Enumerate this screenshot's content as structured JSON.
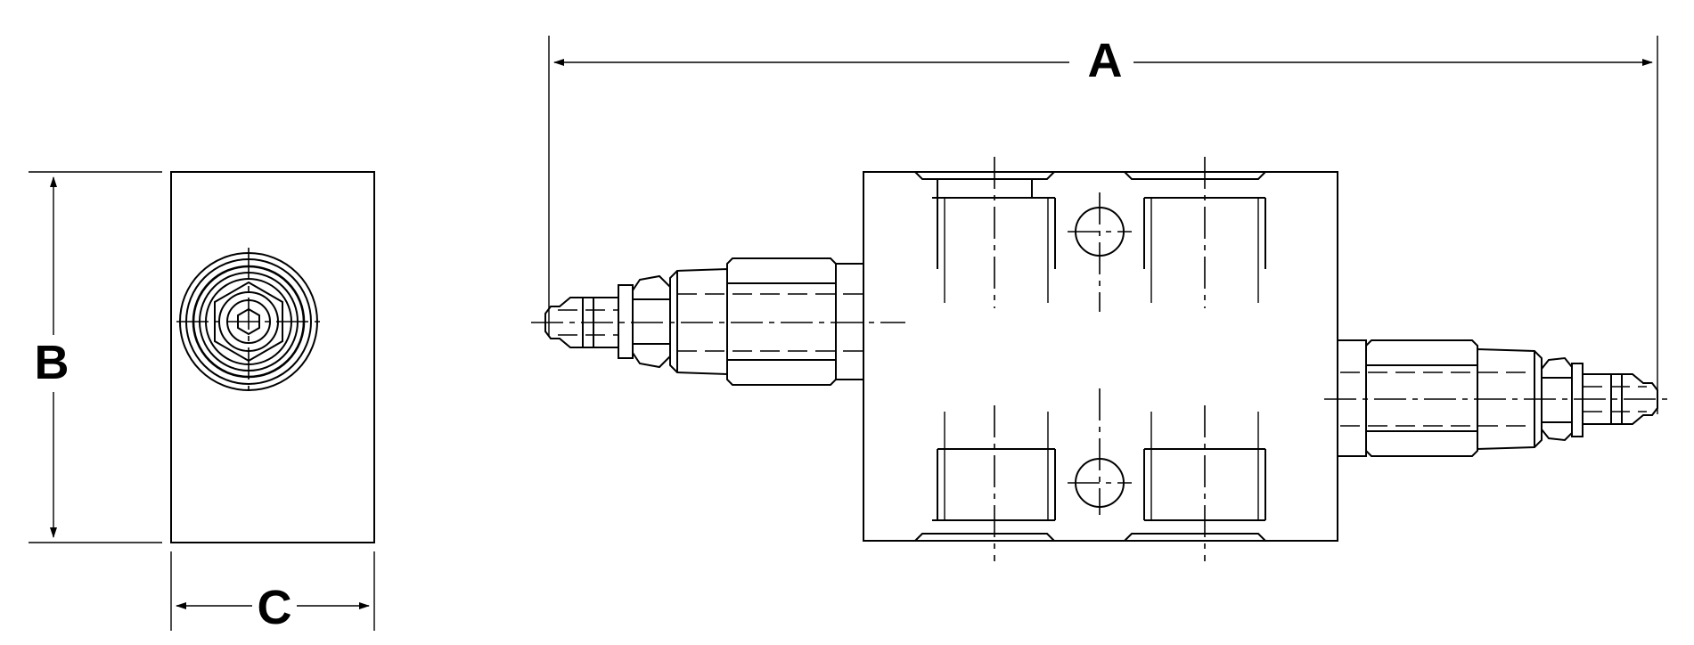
{
  "dimensions": {
    "overall_length": "A",
    "height": "B",
    "width": "C"
  },
  "colors": {
    "line": "#000000",
    "background": "#ffffff"
  }
}
